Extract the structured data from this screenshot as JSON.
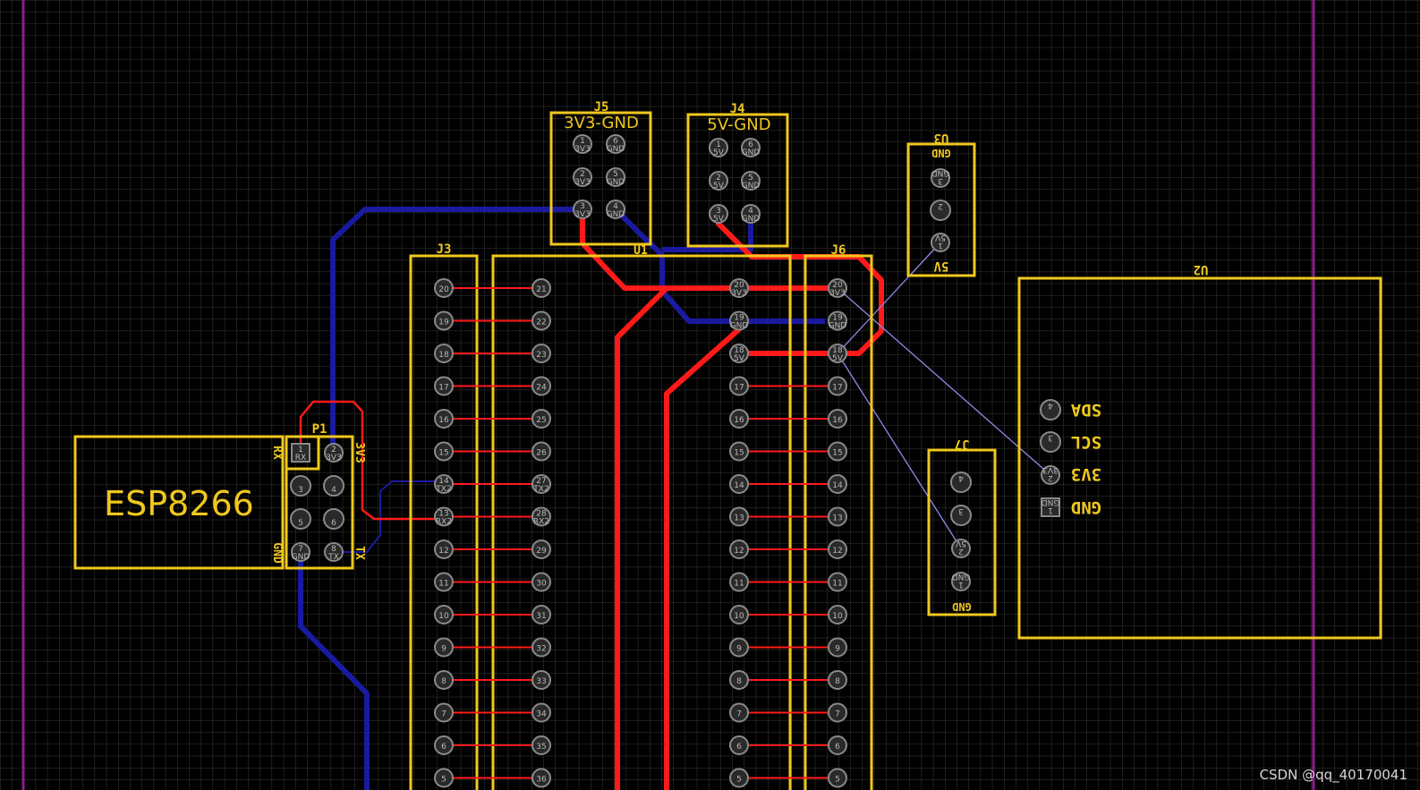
{
  "colors": {
    "background": "#000000",
    "grid": "#3a3a3a",
    "silkscreen": "#f0c81e",
    "top_copper": "#ff1a1a",
    "bottom_copper": "#1a1aa0",
    "ratsnest": "#8a8ae6",
    "board_edge": "#8a1f8a"
  },
  "labels": {
    "esp_module": "ESP8266",
    "p1": "P1",
    "p1_rx": "RX",
    "p1_3v3": "3V3",
    "p1_gnd": "GND",
    "p1_tx": "TX",
    "j5": "J5",
    "j5_title": "3V3-GND",
    "j4": "J4",
    "j4_title": "5V-GND",
    "u3": "U3",
    "u3_top": "GND",
    "u3_bottom": "5V",
    "j3": "J3",
    "u1": "U1",
    "j6": "J6",
    "u2": "U2",
    "u2_sda": "SDA",
    "u2_scl": "SCL",
    "u2_3v3": "3V3",
    "u2_gnd": "GND",
    "j7": "J7",
    "j7_gnd": "GND"
  },
  "pads": {
    "p1": [
      {
        "num": "1",
        "sub": "RX"
      },
      {
        "num": "2",
        "sub": "3V3"
      },
      {
        "num": "3",
        "sub": ""
      },
      {
        "num": "4",
        "sub": ""
      },
      {
        "num": "5",
        "sub": ""
      },
      {
        "num": "6",
        "sub": ""
      },
      {
        "num": "7",
        "sub": "GND"
      },
      {
        "num": "8",
        "sub": "TX"
      }
    ],
    "j5": [
      {
        "num": "1",
        "sub": "3V3"
      },
      {
        "num": "6",
        "sub": "GND"
      },
      {
        "num": "2",
        "sub": "3V3"
      },
      {
        "num": "5",
        "sub": "GND"
      },
      {
        "num": "3",
        "sub": "3V3"
      },
      {
        "num": "4",
        "sub": "GND"
      }
    ],
    "j4": [
      {
        "num": "1",
        "sub": "5V"
      },
      {
        "num": "6",
        "sub": "GND"
      },
      {
        "num": "2",
        "sub": "5V"
      },
      {
        "num": "5",
        "sub": "GND"
      },
      {
        "num": "3",
        "sub": "5V"
      },
      {
        "num": "4",
        "sub": "GND"
      }
    ],
    "u3": [
      {
        "num": "3",
        "sub": "GND"
      },
      {
        "num": "2",
        "sub": ""
      },
      {
        "num": "1",
        "sub": "5V"
      }
    ],
    "j7": [
      {
        "num": "4",
        "sub": ""
      },
      {
        "num": "3",
        "sub": ""
      },
      {
        "num": "2",
        "sub": "5V"
      },
      {
        "num": "1",
        "sub": "GND"
      }
    ],
    "u2": [
      {
        "num": "4",
        "sub": ""
      },
      {
        "num": "3",
        "sub": ""
      },
      {
        "num": "2",
        "sub": "3V3"
      },
      {
        "num": "1",
        "sub": "GND"
      }
    ],
    "j3_left": [
      "20",
      "19",
      "18",
      "17",
      "16",
      "15",
      "14",
      "13",
      "12",
      "11",
      "10",
      "9",
      "8",
      "7",
      "6",
      "5"
    ],
    "j3_right": [
      "21",
      "22",
      "23",
      "24",
      "25",
      "26",
      "27",
      "28",
      "29",
      "30",
      "31",
      "32",
      "33",
      "34",
      "35",
      "36"
    ],
    "j3_right_sub": [
      "",
      "",
      "",
      "",
      "",
      "",
      "TX2",
      "RX2",
      "",
      "",
      "",
      "",
      "",
      "",
      "",
      ""
    ],
    "j3_left_sub": [
      "",
      "",
      "",
      "",
      "",
      "",
      "TX2",
      "RX2",
      "",
      "",
      "",
      "",
      "",
      "",
      "",
      ""
    ],
    "u1_right": [
      "20",
      "19",
      "18",
      "17",
      "16",
      "15",
      "14",
      "13",
      "12",
      "11",
      "10",
      "9",
      "8",
      "7",
      "6",
      "5"
    ],
    "u1_right_sub": [
      "3V3",
      "GND",
      "5V",
      "",
      "",
      "",
      "",
      "",
      "",
      "",
      "",
      "",
      "",
      "",
      "",
      ""
    ],
    "j6": [
      "20",
      "19",
      "18",
      "17",
      "16",
      "15",
      "14",
      "13",
      "12",
      "11",
      "10",
      "9",
      "8",
      "7",
      "6",
      "5"
    ],
    "j6_sub": [
      "3V3",
      "GND",
      "5V",
      "",
      "",
      "",
      "",
      "",
      "",
      "",
      "",
      "",
      "",
      "",
      "",
      ""
    ]
  },
  "watermark": "CSDN @qq_40170041"
}
